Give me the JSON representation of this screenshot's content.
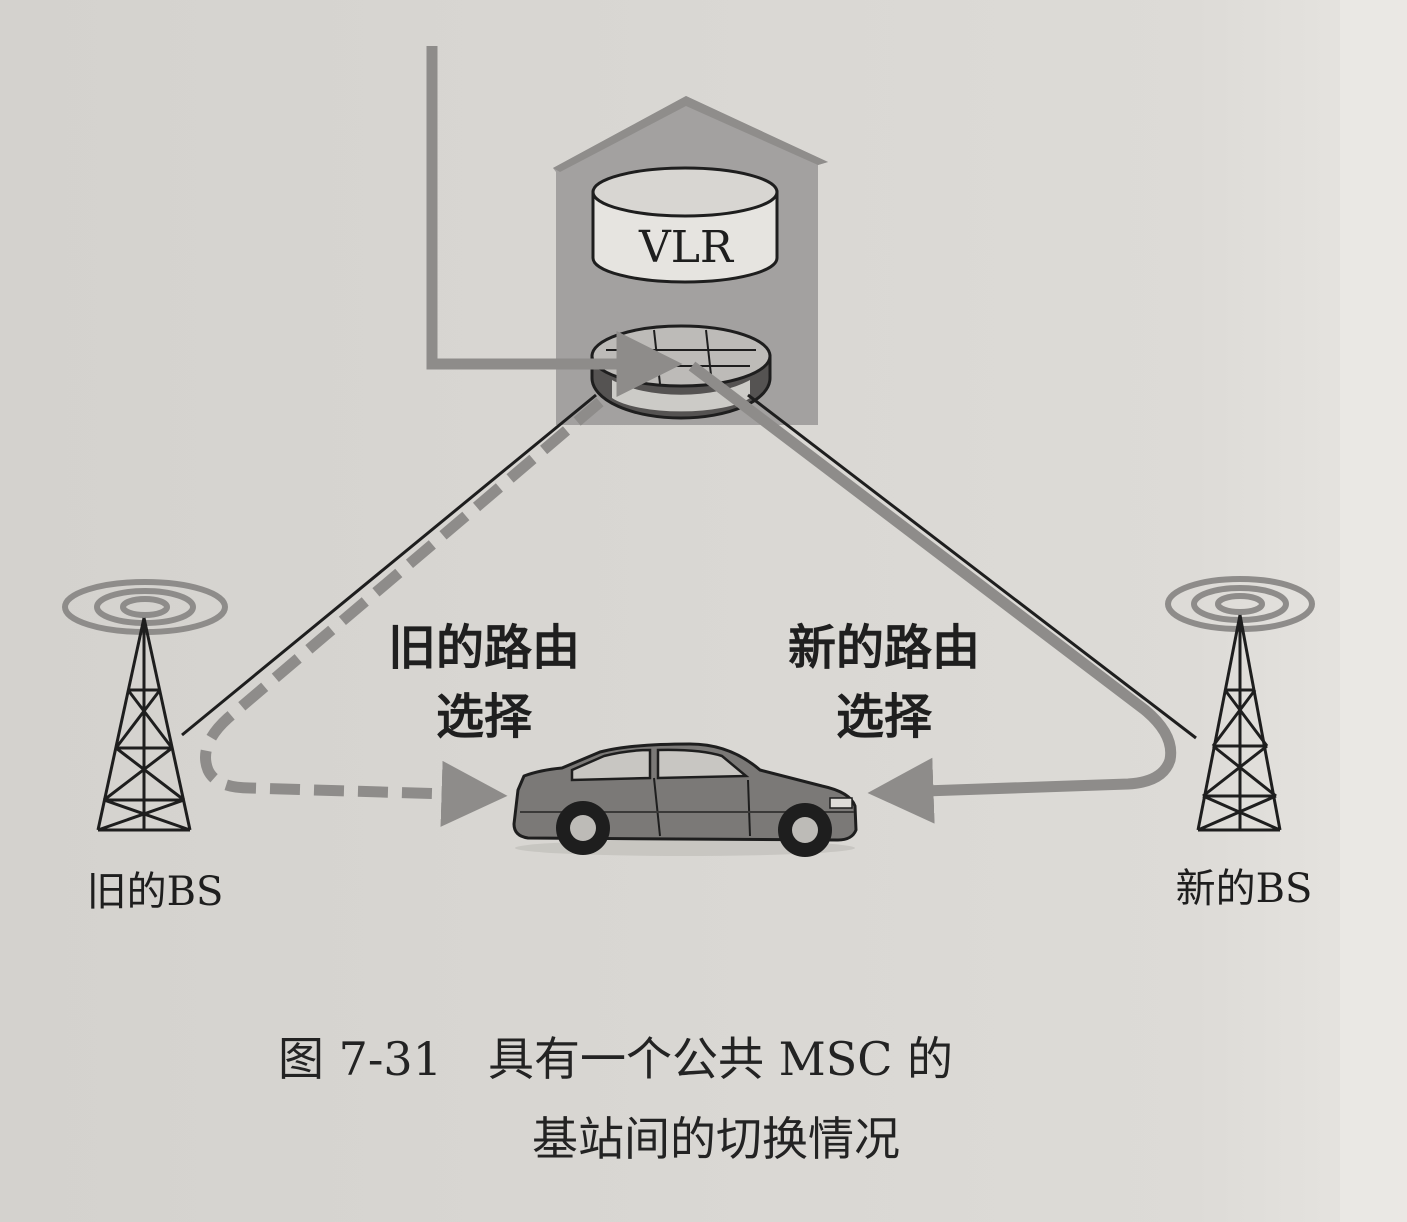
{
  "diagram": {
    "vlr_label": "VLR",
    "old_route_line1": "旧的路由",
    "old_route_line2": "选择",
    "new_route_line1": "新的路由",
    "new_route_line2": "选择",
    "old_bs_label": "旧的BS",
    "new_bs_label": "新的BS"
  },
  "caption": {
    "line1": "图 7-31　具有一个公共 MSC 的",
    "line2": "基站间的切换情况"
  },
  "colors": {
    "paper": "#d9d7d3",
    "building": "#a3a1a0",
    "route_gray": "#8e8c8a",
    "ink": "#1e1e1e"
  }
}
